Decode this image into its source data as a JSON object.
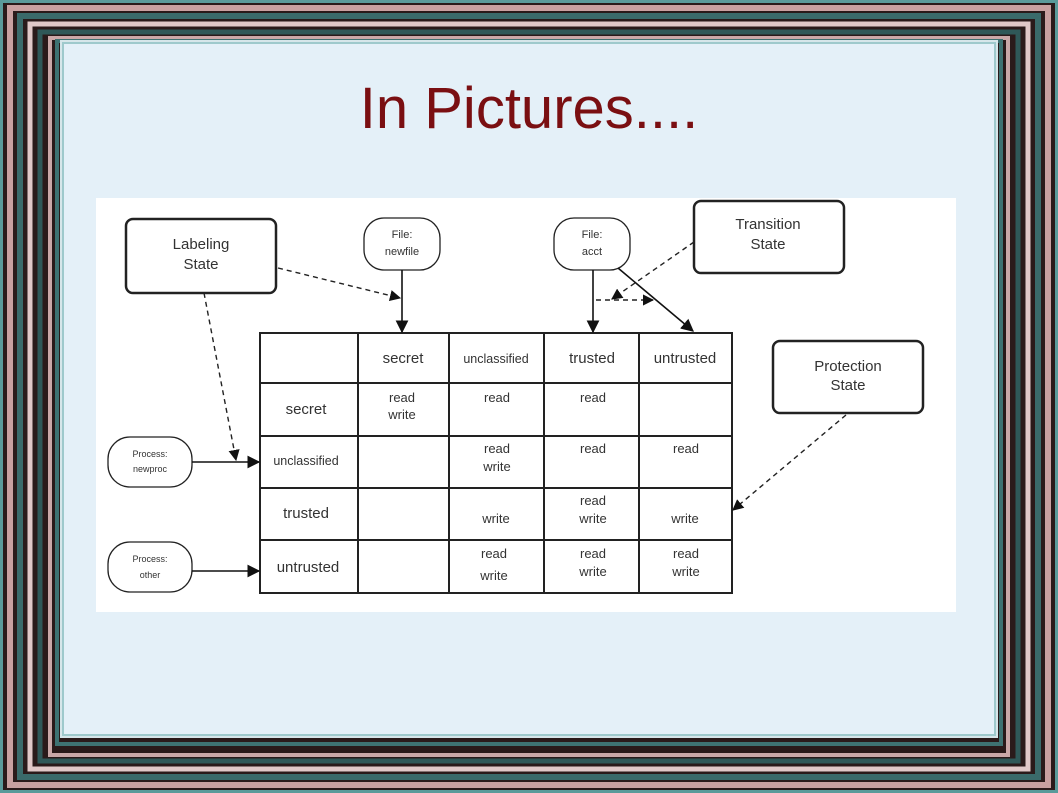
{
  "slide": {
    "title": "In Pictures...."
  },
  "diagram": {
    "labeling_state": [
      "Labeling",
      "State"
    ],
    "transition_state": [
      "Transition",
      "State"
    ],
    "protection_state": [
      "Protection",
      "State"
    ],
    "file_newfile": [
      "File:",
      "newfile"
    ],
    "file_acct": [
      "File:",
      "acct"
    ],
    "process_newproc": [
      "Process:",
      "newproc"
    ],
    "process_other": [
      "Process:",
      "other"
    ],
    "columns": [
      "secret",
      "unclassified",
      "trusted",
      "untrusted"
    ],
    "rows": [
      "secret",
      "unclassified",
      "trusted",
      "untrusted"
    ],
    "cells": {
      "r0c0": [
        "read",
        "write"
      ],
      "r0c1": [
        "read"
      ],
      "r0c2": [
        "read"
      ],
      "r1c1": [
        "read",
        "write"
      ],
      "r1c2": [
        "read"
      ],
      "r1c3": [
        "read"
      ],
      "r2c1": [
        "write"
      ],
      "r2c2": [
        "read",
        "write"
      ],
      "r2c3": [
        "write"
      ],
      "r3c1": [
        "read",
        "write"
      ],
      "r3c2": [
        "read",
        "write"
      ],
      "r3c3": [
        "read",
        "write"
      ]
    }
  }
}
